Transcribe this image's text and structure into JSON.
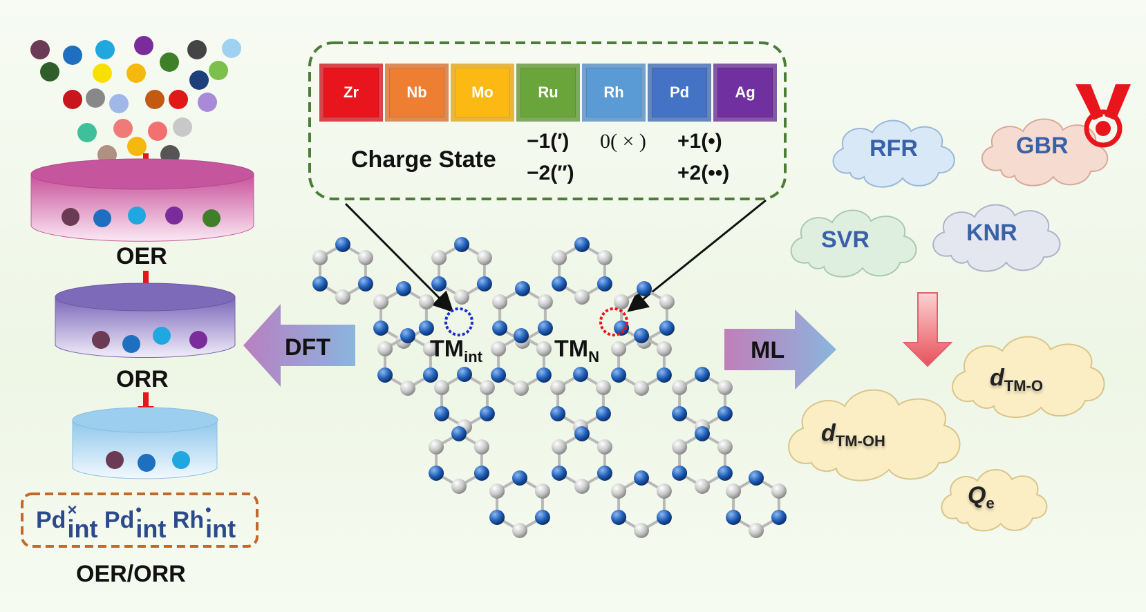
{
  "elements": [
    {
      "symbol": "Zr",
      "color": "#e8161c"
    },
    {
      "symbol": "Nb",
      "color": "#ee7e32"
    },
    {
      "symbol": "Mo",
      "color": "#fdb913"
    },
    {
      "symbol": "Ru",
      "color": "#6aa53c"
    },
    {
      "symbol": "Rh",
      "color": "#5a9bd5"
    },
    {
      "symbol": "Pd",
      "color": "#4472c4"
    },
    {
      "symbol": "Ag",
      "color": "#7030a0"
    }
  ],
  "charge": {
    "label": "Charge State",
    "m1": "−1(′)",
    "m2": "−2(″)",
    "zero": "0( × )",
    "p1": "+1(•)",
    "p2": "+2(••)"
  },
  "left": {
    "oer": "OER",
    "orr": "ORR",
    "bottom": "OER/ORR",
    "defects": [
      {
        "base": "Pd",
        "sup": "×",
        "sub": "int"
      },
      {
        "base": "Pd",
        "sup": "•",
        "sub": "int"
      },
      {
        "base": "Rh",
        "sup": "•",
        "sub": "int"
      }
    ]
  },
  "arrows": {
    "dft": "DFT",
    "ml": "ML"
  },
  "sites": {
    "int": {
      "base": "TM",
      "sub": "int"
    },
    "n": {
      "base": "TM",
      "sub": "N"
    }
  },
  "models": [
    "RFR",
    "GBR",
    "SVR",
    "KNR"
  ],
  "features": [
    {
      "base": "d",
      "sub": "TM-O"
    },
    {
      "base": "d",
      "sub": "TM-OH"
    },
    {
      "base": "Q",
      "sub": "e"
    }
  ],
  "colors": {
    "ring": "#1c4f9a",
    "frame": "#4b7d36",
    "defectFrame": "#c2692a"
  }
}
